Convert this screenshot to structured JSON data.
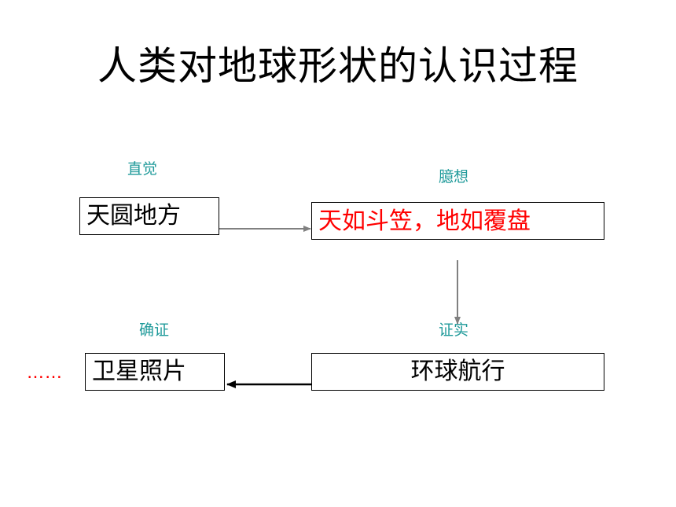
{
  "title": "人类对地球形状的认识过程",
  "stages": {
    "intuition": {
      "label": "直觉",
      "text": "天圆地方"
    },
    "conjecture": {
      "label": "臆想",
      "text": "天如斗笠，地如覆盘"
    },
    "proof": {
      "label": "证实",
      "text": "环球航行"
    },
    "confirm": {
      "label": "确证",
      "text": "卫星照片"
    }
  },
  "ellipsis": "……",
  "colors": {
    "label": "#1f9a9a",
    "highlight": "#ff0000",
    "arrow": "#808080"
  }
}
